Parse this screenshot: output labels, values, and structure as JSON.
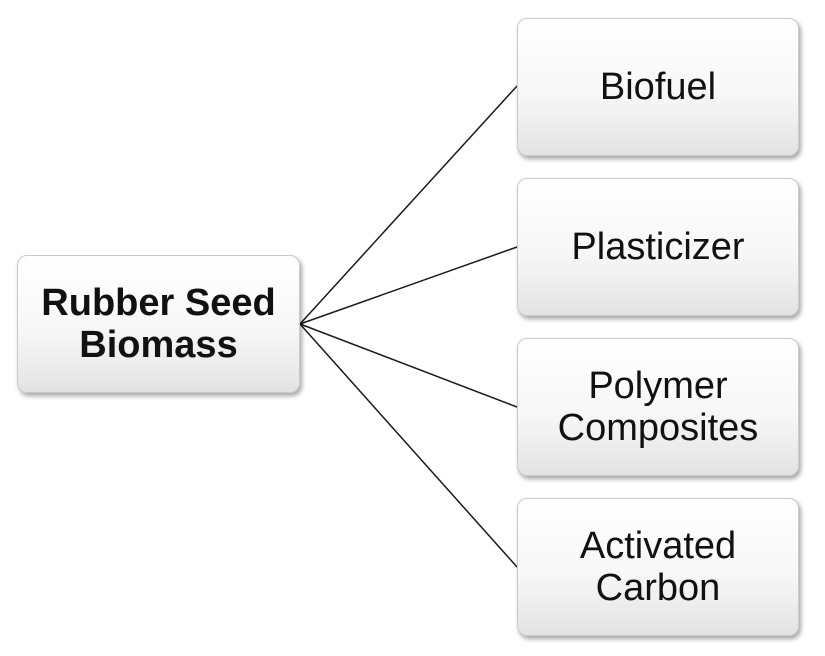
{
  "root": {
    "label": "Rubber Seed Biomass"
  },
  "branches": [
    {
      "label": "Biofuel"
    },
    {
      "label": "Plasticizer"
    },
    {
      "label": "Polymer Composites"
    },
    {
      "label": "Activated Carbon"
    }
  ],
  "colors": {
    "connector": "#1a1a1a",
    "box_border": "#c9c9c9",
    "box_fill_top": "#ffffff",
    "box_fill_bottom": "#e3e3e3",
    "text": "#111111"
  }
}
